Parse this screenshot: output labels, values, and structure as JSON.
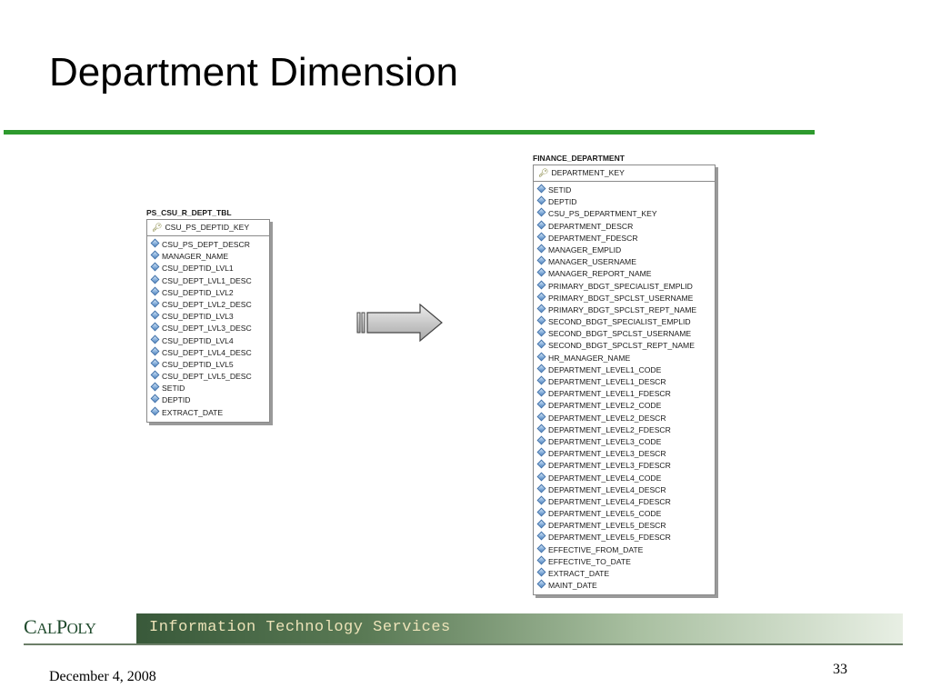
{
  "slide": {
    "title": "Department Dimension",
    "footer_band_text": "Information Technology Services",
    "logo_text": "CalPoly",
    "date": "December 4, 2008",
    "slide_number": "33"
  },
  "colors": {
    "title_rule": "#2e9a2e",
    "footer_band_dark": "#39593a",
    "footer_band_light": "#e8efe4",
    "footer_text": "#ece3b8",
    "column_icon": "#4f86c4"
  },
  "icons": {
    "key": "key-icon",
    "column": "diamond-column-icon",
    "arrow": "block-right-arrow-icon"
  },
  "source_table": {
    "name": "PS_CSU_R_DEPT_TBL",
    "key": "CSU_PS_DEPTID_KEY",
    "columns": [
      "CSU_PS_DEPT_DESCR",
      "MANAGER_NAME",
      "CSU_DEPTID_LVL1",
      "CSU_DEPT_LVL1_DESC",
      "CSU_DEPTID_LVL2",
      "CSU_DEPT_LVL2_DESC",
      "CSU_DEPTID_LVL3",
      "CSU_DEPT_LVL3_DESC",
      "CSU_DEPTID_LVL4",
      "CSU_DEPT_LVL4_DESC",
      "CSU_DEPTID_LVL5",
      "CSU_DEPT_LVL5_DESC",
      "SETID",
      "DEPTID",
      "EXTRACT_DATE"
    ]
  },
  "target_table": {
    "name": "FINANCE_DEPARTMENT",
    "key": "DEPARTMENT_KEY",
    "columns": [
      "SETID",
      "DEPTID",
      "CSU_PS_DEPARTMENT_KEY",
      "DEPARTMENT_DESCR",
      "DEPARTMENT_FDESCR",
      "MANAGER_EMPLID",
      "MANAGER_USERNAME",
      "MANAGER_REPORT_NAME",
      "PRIMARY_BDGT_SPECIALIST_EMPLID",
      "PRIMARY_BDGT_SPCLST_USERNAME",
      "PRIMARY_BDGT_SPCLST_REPT_NAME",
      "SECOND_BDGT_SPECIALIST_EMPLID",
      "SECOND_BDGT_SPCLST_USERNAME",
      "SECOND_BDGT_SPCLST_REPT_NAME",
      "HR_MANAGER_NAME",
      "DEPARTMENT_LEVEL1_CODE",
      "DEPARTMENT_LEVEL1_DESCR",
      "DEPARTMENT_LEVEL1_FDESCR",
      "DEPARTMENT_LEVEL2_CODE",
      "DEPARTMENT_LEVEL2_DESCR",
      "DEPARTMENT_LEVEL2_FDESCR",
      "DEPARTMENT_LEVEL3_CODE",
      "DEPARTMENT_LEVEL3_DESCR",
      "DEPARTMENT_LEVEL3_FDESCR",
      "DEPARTMENT_LEVEL4_CODE",
      "DEPARTMENT_LEVEL4_DESCR",
      "DEPARTMENT_LEVEL4_FDESCR",
      "DEPARTMENT_LEVEL5_CODE",
      "DEPARTMENT_LEVEL5_DESCR",
      "DEPARTMENT_LEVEL5_FDESCR",
      "EFFECTIVE_FROM_DATE",
      "EFFECTIVE_TO_DATE",
      "EXTRACT_DATE",
      "MAINT_DATE"
    ]
  }
}
